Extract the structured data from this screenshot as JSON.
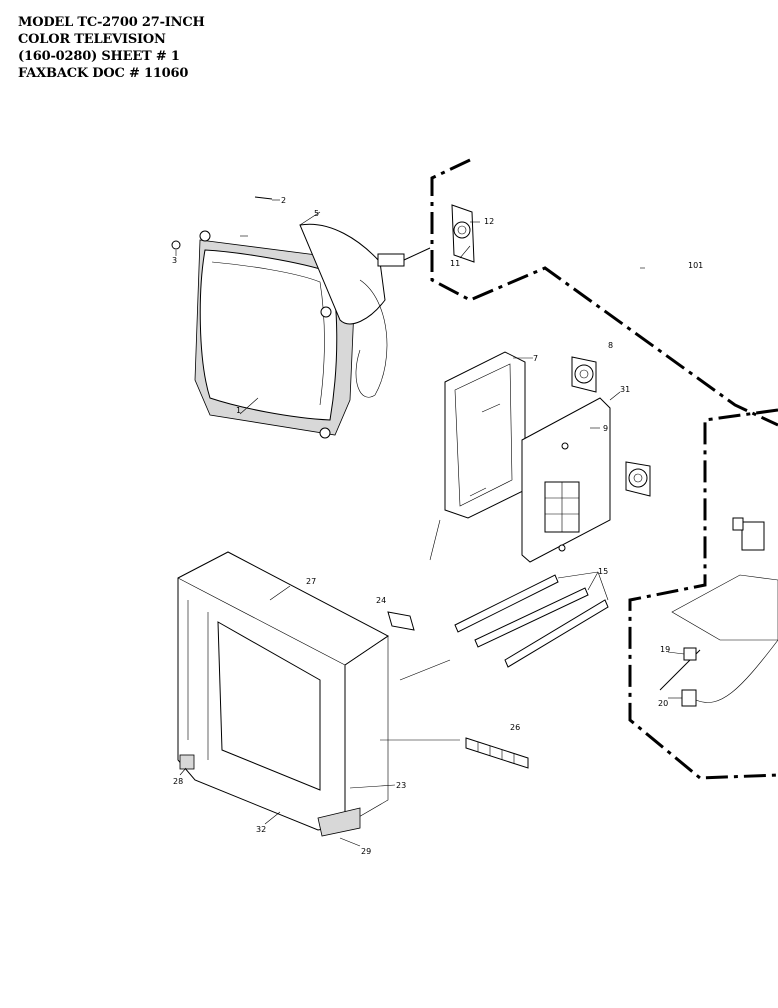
{
  "header": {
    "line1": "MODEL TC-2700 27-INCH",
    "line2": "COLOR TELEVISION",
    "line3": "(160-0280)  SHEET # 1",
    "line4": "FAXBACK DOC # 11060"
  },
  "callouts": {
    "c1": "1",
    "c2": "2",
    "c3": "3",
    "c5": "5",
    "c7": "7",
    "c8": "8",
    "c9": "9",
    "c11": "11",
    "c12": "12",
    "c15": "15",
    "c19": "19",
    "c20": "20",
    "c23": "23",
    "c24": "24",
    "c26": "26",
    "c27": "27",
    "c28": "28",
    "c29": "29",
    "c31": "31",
    "c32": "32",
    "c101": "101"
  }
}
